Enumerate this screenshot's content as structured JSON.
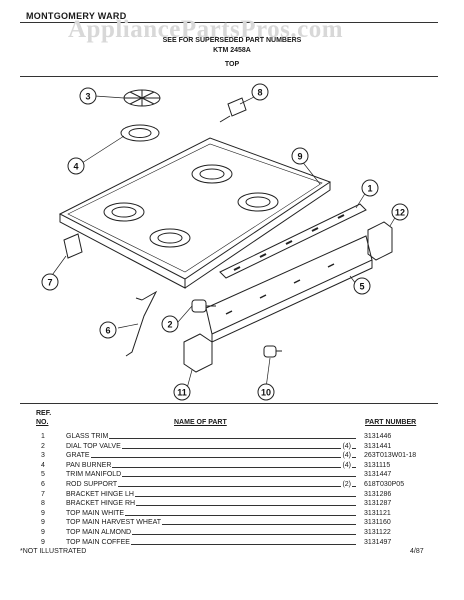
{
  "header": {
    "brand": "MONTGOMERY WARD",
    "watermark": "AppliancePartsPros.com",
    "subtitle_line1": "SEE FOR SUPERSEDED PART NUMBERS",
    "model": "KTM 2458A",
    "section": "TOP"
  },
  "callouts": [
    "1",
    "2",
    "3",
    "4",
    "5",
    "6",
    "7",
    "8",
    "9",
    "10",
    "11",
    "12"
  ],
  "table": {
    "ref_label": "REF.",
    "no_label": "NO.",
    "name_label": "NAME OF PART",
    "pn_label": "PART NUMBER",
    "rows": [
      {
        "ref": "1",
        "name": "GLASS TRIM",
        "qty": "",
        "pn": "3131446"
      },
      {
        "ref": "2",
        "name": "DIAL TOP VALVE",
        "qty": "(4)",
        "pn": "3131441"
      },
      {
        "ref": "3",
        "name": "GRATE",
        "qty": "(4)",
        "pn": "263T013W01-18"
      },
      {
        "ref": "4",
        "name": "PAN BURNER",
        "qty": "(4)",
        "pn": "3131115"
      },
      {
        "ref": "5",
        "name": "TRIM MANIFOLD",
        "qty": "",
        "pn": "3131447"
      },
      {
        "ref": "6",
        "name": "ROD SUPPORT",
        "qty": "(2)",
        "pn": "618T030P05"
      },
      {
        "ref": "7",
        "name": "BRACKET HINGE LH",
        "qty": "",
        "pn": "3131286"
      },
      {
        "ref": "8",
        "name": "BRACKET HINGE RH",
        "qty": "",
        "pn": "3131287"
      },
      {
        "ref": "9",
        "name": "TOP MAIN WHITE",
        "qty": "",
        "pn": "3131121"
      },
      {
        "ref": "9",
        "name": "TOP MAIN HARVEST WHEAT",
        "qty": "",
        "pn": "3131160"
      },
      {
        "ref": "9",
        "name": "TOP MAIN ALMOND",
        "qty": "",
        "pn": "3131122"
      },
      {
        "ref": "9",
        "name": "TOP MAIN COFFEE",
        "qty": "",
        "pn": "3131497"
      }
    ]
  },
  "footer": {
    "note": "*NOT ILLUSTRATED",
    "date": "4/87"
  }
}
